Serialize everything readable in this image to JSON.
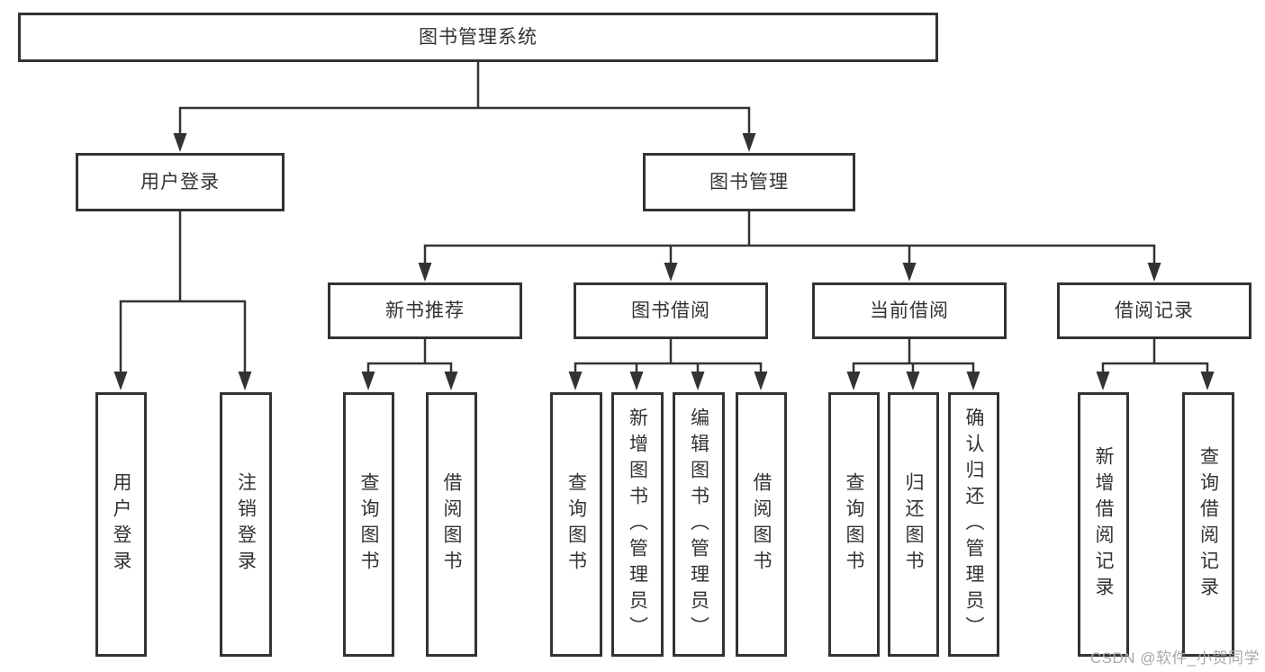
{
  "watermark": "CSDN @软件_小贺同学",
  "colors": {
    "line": "#333333",
    "box_border": "#333333",
    "text": "#333333",
    "watermark": "#a9a9a9",
    "background": "#ffffff"
  },
  "tree": {
    "label": "图书管理系统",
    "children": [
      {
        "label": "用户登录",
        "children": [
          {
            "label": "用户登录"
          },
          {
            "label": "注销登录"
          }
        ]
      },
      {
        "label": "图书管理",
        "children": [
          {
            "label": "新书推荐",
            "children": [
              {
                "label": "查询图书"
              },
              {
                "label": "借阅图书"
              }
            ]
          },
          {
            "label": "图书借阅",
            "children": [
              {
                "label": "查询图书"
              },
              {
                "label": "新增图书（管理员）"
              },
              {
                "label": "编辑图书（管理员）"
              },
              {
                "label": "借阅图书"
              }
            ]
          },
          {
            "label": "当前借阅",
            "children": [
              {
                "label": "查询图书"
              },
              {
                "label": "归还图书"
              },
              {
                "label": "确认归还（管理员）"
              }
            ]
          },
          {
            "label": "借阅记录",
            "children": [
              {
                "label": "新增借阅记录"
              },
              {
                "label": "查询借阅记录"
              }
            ]
          }
        ]
      }
    ]
  }
}
